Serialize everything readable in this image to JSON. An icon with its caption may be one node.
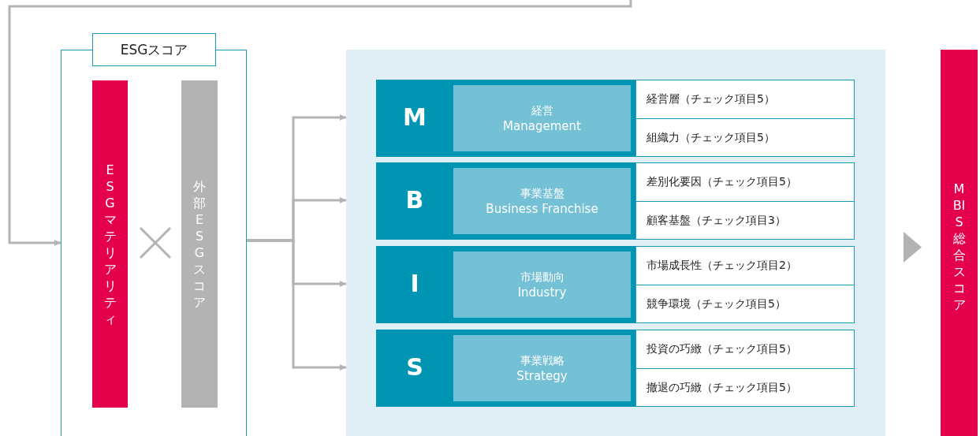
{
  "diagram": {
    "nodes": [
      {
        "text": [
          "ESGスコア"
        ]
      },
      {
        "text": [
          "ESGマテリアリティ"
        ],
        "in": 0
      },
      {
        "text": [
          "外部ESGスコア"
        ],
        "in": 0
      },
      {
        "text": [],
        "shape": "box"
      },
      {
        "text": [
          "M"
        ],
        "in": 3
      },
      {
        "text": [
          "経営",
          "Management"
        ],
        "in": 4
      },
      {
        "text": [
          "経営層（チェック項目5）"
        ],
        "in": 3
      },
      {
        "text": [
          "組織力（チェック項目5）"
        ],
        "in": 3
      },
      {
        "text": [
          "B"
        ],
        "in": 3
      },
      {
        "text": [
          "事業基盤",
          "Business Franchise"
        ],
        "in": 8
      },
      {
        "text": [
          "差別化要因（チェック項目5）"
        ],
        "in": 3
      },
      {
        "text": [
          "顧客基盤（チェック項目3）"
        ],
        "in": 3
      },
      {
        "text": [
          "I"
        ],
        "in": 3
      },
      {
        "text": [
          "市場動向",
          "Industry"
        ],
        "in": 12
      },
      {
        "text": [
          "市場成長性（チェック項目2）"
        ],
        "in": 3
      },
      {
        "text": [
          "競争環境（チェック項目5）"
        ],
        "in": 3
      },
      {
        "text": [
          "S"
        ],
        "in": 3
      },
      {
        "text": [
          "事業戦略",
          "Strategy"
        ],
        "in": 16
      },
      {
        "text": [
          "投資の巧緻（チェック項目5）"
        ],
        "in": 3
      },
      {
        "text": [
          "撤退の巧緻（チェック項目5）"
        ],
        "in": 3
      },
      {
        "text": [
          "MBIS総合スコア"
        ]
      }
    ],
    "edges": [
      {
        "from": null,
        "to": 0,
        "arrow": "to"
      },
      {
        "from": 0,
        "to": 4,
        "arrow": "to"
      },
      {
        "from": 0,
        "to": 8,
        "arrow": "to"
      },
      {
        "from": 0,
        "to": 12,
        "arrow": "to"
      },
      {
        "from": 0,
        "to": 16,
        "arrow": "to"
      },
      {
        "from": 3,
        "to": 20,
        "arrow": "to"
      }
    ]
  }
}
